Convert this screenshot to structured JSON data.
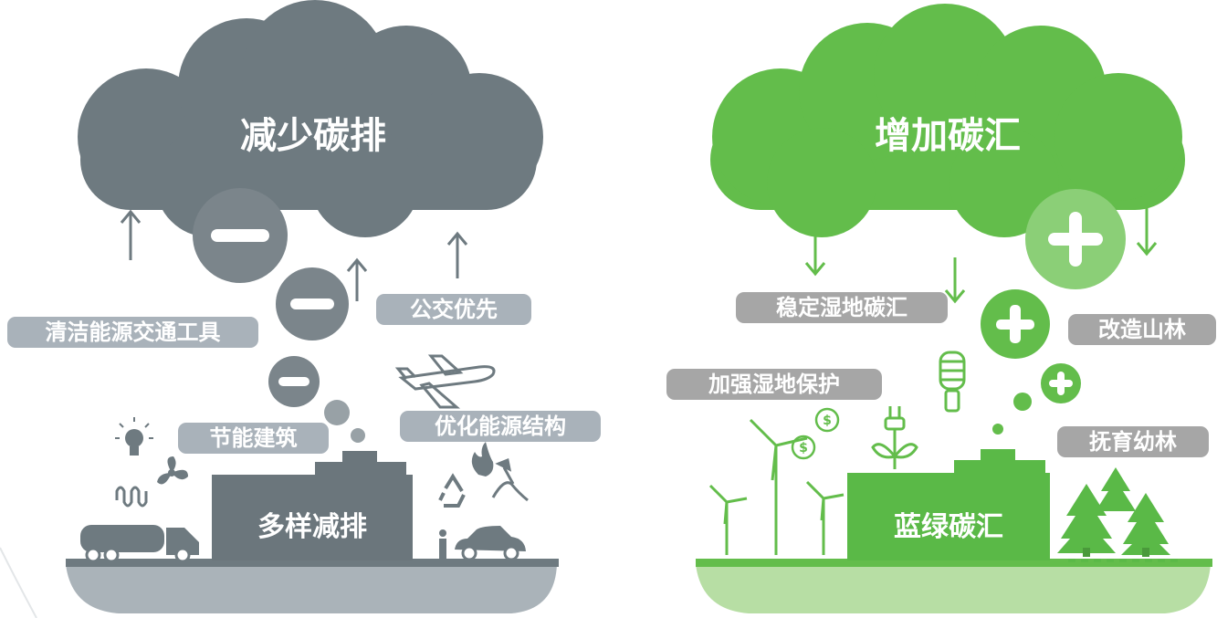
{
  "left": {
    "title": "减少碳排",
    "tank_label": "多样减排",
    "labels": {
      "clean_transport": "清洁能源交通工具",
      "public_transport": "公交优先",
      "energy_saving_building": "节能建筑",
      "energy_structure": "优化能源结构"
    },
    "colors": {
      "cloud": "#6e7a80",
      "tank": "#6b767c",
      "bubble": "#7b858b",
      "pill": "#a9b2ba",
      "base": "#aab3b9"
    }
  },
  "right": {
    "title": "增加碳汇",
    "tank_label": "蓝绿碳汇",
    "labels": {
      "stabilize_wetland": "稳定湿地碳汇",
      "reform_forest": "改造山林",
      "protect_wetland": "加强湿地保护",
      "tend_young_forest": "抚育幼林"
    },
    "colors": {
      "cloud": "#63bd4b",
      "tank": "#5ab947",
      "bubble": "#8bcf77",
      "pill": "#a6a6a6",
      "base": "#b7dea4"
    }
  }
}
